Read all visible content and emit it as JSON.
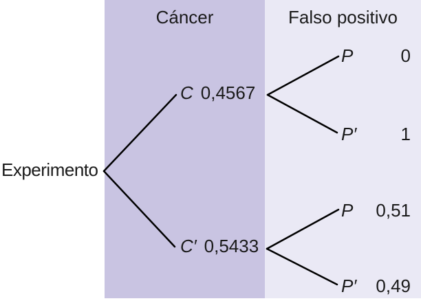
{
  "diagram": {
    "root_label": "Experimento",
    "columns": [
      {
        "label": "Cáncer",
        "bg": "#c9c4e2"
      },
      {
        "label": "Falso positivo",
        "bg": "#eae9f5"
      }
    ],
    "level1": [
      {
        "name": "C",
        "prob": "0,4567"
      },
      {
        "name": "C′",
        "prob": "0,5433"
      }
    ],
    "level2": [
      {
        "parent": "C",
        "name": "P",
        "prob": "0"
      },
      {
        "parent": "C",
        "name": "P′",
        "prob": "1"
      },
      {
        "parent": "C′",
        "name": "P",
        "prob": "0,51"
      },
      {
        "parent": "C′",
        "name": "P′",
        "prob": "0,49"
      }
    ],
    "line_color": "#000000",
    "background_color": "#ffffff"
  }
}
